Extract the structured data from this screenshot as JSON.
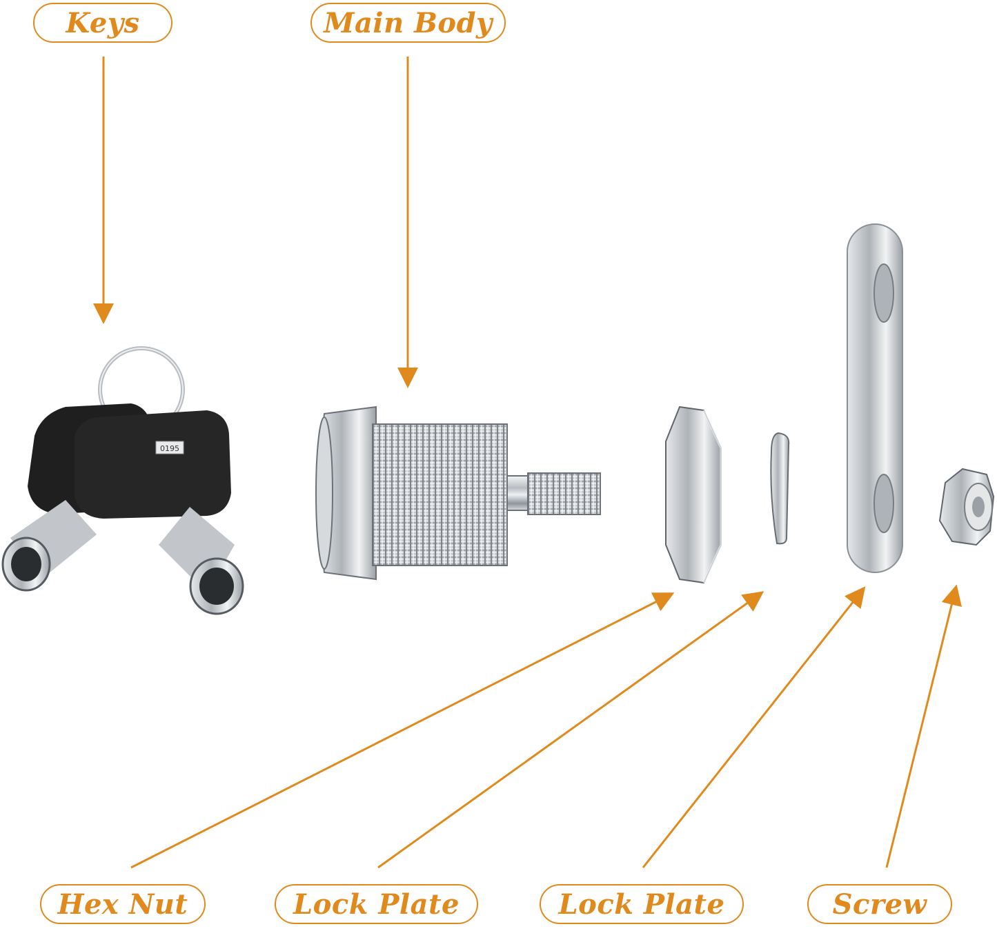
{
  "labels": {
    "keys": "Keys",
    "main_body": "Main Body",
    "hex_nut": "Hex Nut",
    "lock_plate_1": "Lock Plate",
    "lock_plate_2": "Lock Plate",
    "screw": "Screw"
  },
  "key_tag_text": "0195",
  "colors": {
    "accent": "#e08a1e",
    "metal": "#c8ccd0",
    "key_head": "#1f1f1f"
  }
}
